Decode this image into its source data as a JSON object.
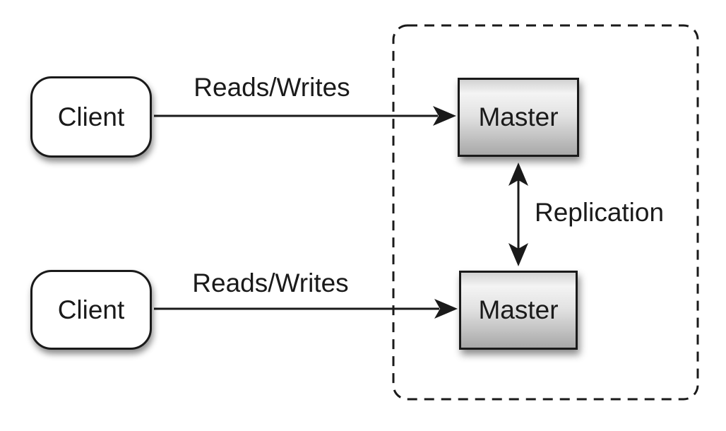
{
  "nodes": {
    "client_top": {
      "label": "Client"
    },
    "client_bottom": {
      "label": "Client"
    },
    "master_top": {
      "label": "Master"
    },
    "master_bottom": {
      "label": "Master"
    }
  },
  "edges": {
    "reads_writes_top": {
      "label": "Reads/Writes"
    },
    "reads_writes_bottom": {
      "label": "Reads/Writes"
    },
    "replication": {
      "label": "Replication"
    }
  },
  "colors": {
    "line": "#1a1a1a",
    "box_border": "#1a1a1a",
    "background": "#ffffff",
    "master_gradient_top": "#d2d2d2",
    "master_gradient_light": "#f4f4f4",
    "master_gradient_bottom": "#a8a8a8"
  }
}
